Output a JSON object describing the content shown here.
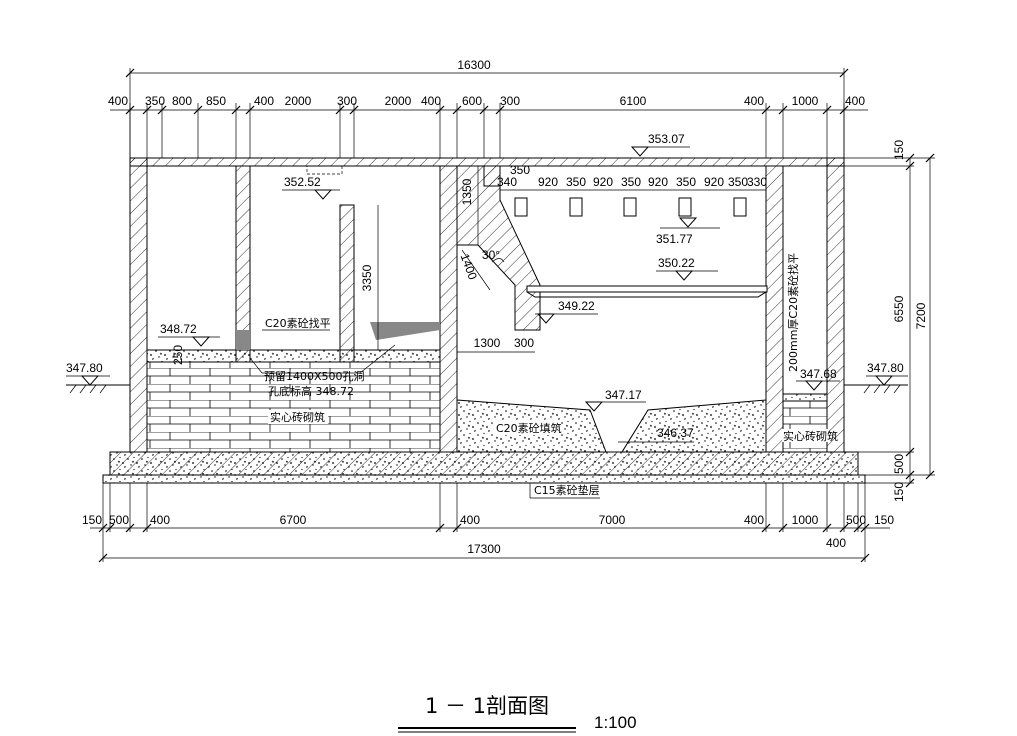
{
  "title": "1 － 1剖面图",
  "scale": "1:100",
  "colors": {
    "line": "#000000",
    "background": "#ffffff"
  },
  "dims_top": {
    "overall": "16300",
    "segments": [
      "400",
      "350",
      "800",
      "850",
      "400",
      "2000",
      "300",
      "2000",
      "400",
      "600",
      "300",
      "6100",
      "400",
      "1000",
      "400"
    ]
  },
  "dims_bottom": {
    "overall": "17300",
    "segments": [
      "150",
      "500",
      "400",
      "6700",
      "400",
      "7000",
      "400",
      "1000",
      "500",
      "150"
    ],
    "extra": "400"
  },
  "dims_right": {
    "d150_top": "150",
    "d6550": "6550",
    "d7200": "7200",
    "d500": "500",
    "d150_bottom": "150"
  },
  "weir_dims": [
    "350",
    "340",
    "920",
    "350",
    "920",
    "350",
    "920",
    "350",
    "920",
    "350",
    "330"
  ],
  "inner_dims": {
    "d1350": "1350",
    "d1400": "1400",
    "d30deg": "30°",
    "d3350": "3350",
    "d250": "250",
    "d1300": "1300",
    "d300": "300"
  },
  "elevations": {
    "e353_07": "353.07",
    "e352_52": "352.52",
    "e351_77": "351.77",
    "e350_22": "350.22",
    "e349_22": "349.22",
    "e348_72": "348.72",
    "e347_80_left": "347.80",
    "e347_80_right": "347.80",
    "e347_68": "347.68",
    "e347_17": "347.17",
    "e346_37": "346.37"
  },
  "notes": {
    "c20_level_left": "C20素砼找平",
    "hole_1": "预留1400X500孔洞",
    "hole_2": "孔底标高 348.72",
    "solid_brick_left": "实心砖砌筑",
    "c20_fill": "C20素砼填筑",
    "c20_level_right": "200mm厚C20素砼找平",
    "solid_brick_right": "实心砖砌筑",
    "c15_cushion": "C15素砼垫层"
  }
}
